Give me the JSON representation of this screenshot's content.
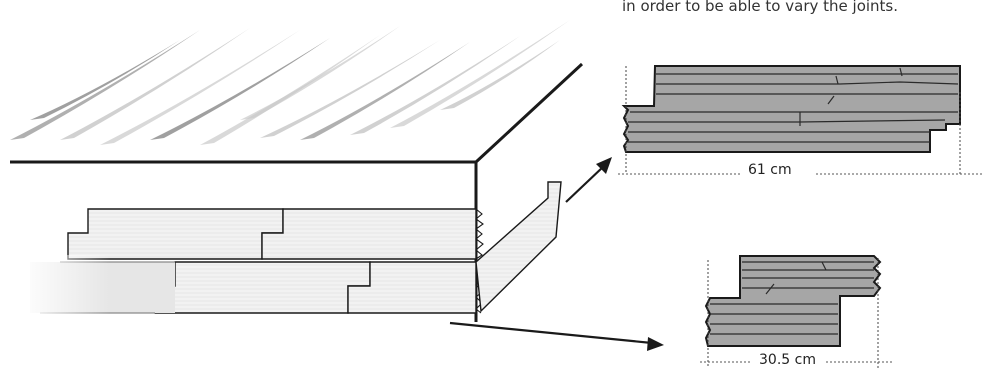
{
  "caption": "in order to be able to vary the joints.",
  "dimensions": {
    "large_panel": "61 cm",
    "small_panel": "30.5 cm"
  },
  "colors": {
    "outline": "#1a1a1a",
    "panel_face": "#f1f1f1",
    "stone_fill": "#a6a6a6",
    "stone_line": "#2b2b2b",
    "texture_light": "#c9c9c9",
    "texture_dark": "#8f8f8f",
    "dim_line": "#555555"
  }
}
